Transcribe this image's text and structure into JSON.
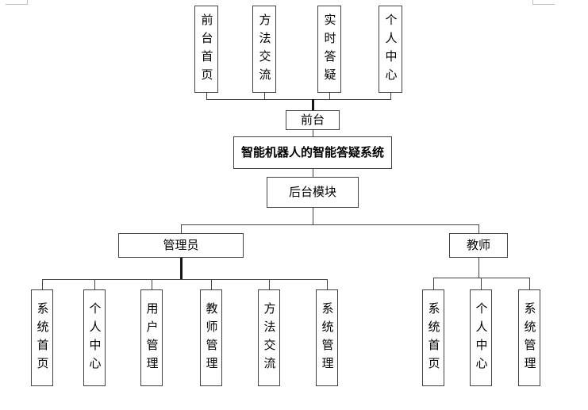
{
  "diagram": {
    "top_modules": [
      "前台首页",
      "方法交流",
      "实时答疑",
      "个人中心"
    ],
    "front_label": "前台",
    "system_title": "智能机器人的智能答疑系统",
    "backend_label": "后台模块",
    "admin": {
      "label": "管理员",
      "children": [
        "系统首页",
        "个人中心",
        "用户管理",
        "教师管理",
        "方法交流",
        "系统管理"
      ]
    },
    "teacher": {
      "label": "教师",
      "children": [
        "系统首页",
        "个人中心",
        "系统管理"
      ]
    },
    "colors": {
      "line": "#424242",
      "bold_line": "#161616",
      "border": "#424242",
      "text": "#000000",
      "crop_mark": "#bfbfbf",
      "background": "#ffffff"
    }
  }
}
